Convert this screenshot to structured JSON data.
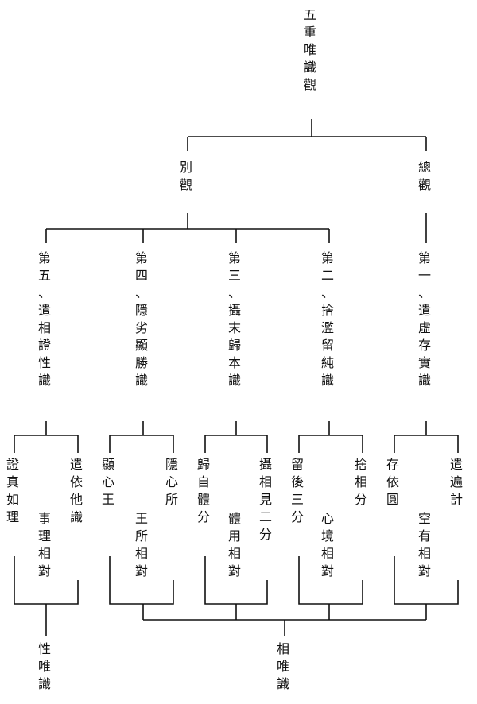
{
  "root": "五重唯識觀",
  "branches": {
    "bie": "別觀",
    "zong": "總觀"
  },
  "levels": {
    "l1": "第一、遣虛存實識",
    "l2": "第二、捨濫留純識",
    "l3": "第三、攝末歸本識",
    "l4": "第四、隱劣顯勝識",
    "l5": "第五、遣相證性識"
  },
  "leaves": {
    "l1_a": "遣遍計",
    "l1_b": "存依圓",
    "l1_c": "空有相對",
    "l2_a": "捨相分",
    "l2_b": "留後三分",
    "l2_c": "心境相對",
    "l3_a": "攝相見二分",
    "l3_b": "歸自體分",
    "l3_c": "體用相對",
    "l4_a": "隱心所",
    "l4_b": "顯心王",
    "l4_c": "王所相對",
    "l5_a": "遣依他識",
    "l5_b": "證真如理",
    "l5_c": "事理相對"
  },
  "outcomes": {
    "xing": "性唯識",
    "xiang": "相唯識"
  }
}
